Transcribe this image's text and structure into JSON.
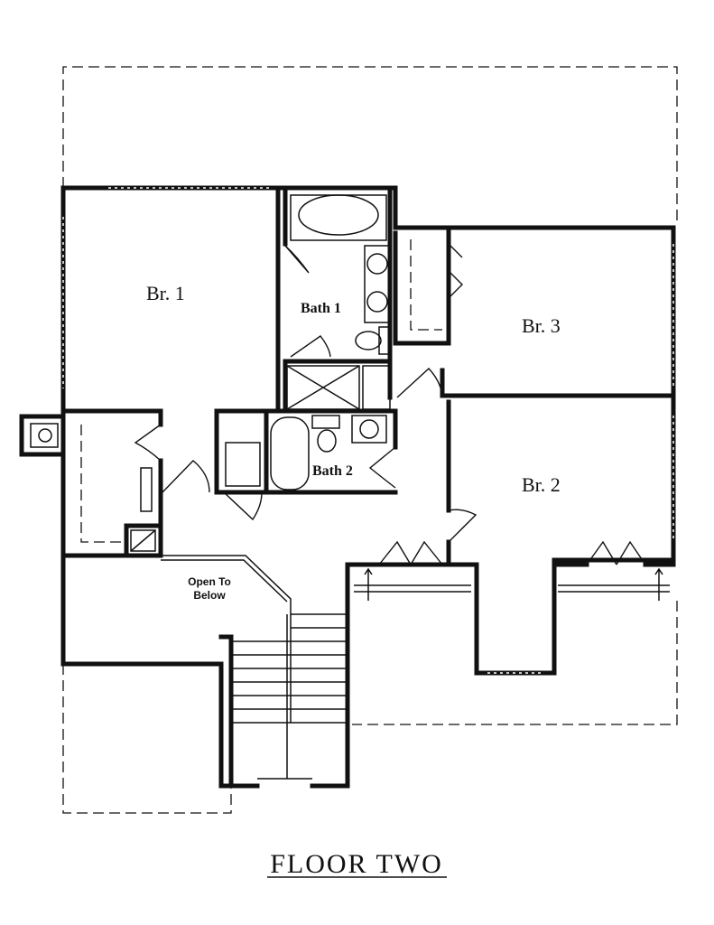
{
  "plan": {
    "title": "FLOOR TWO",
    "rooms": {
      "br1": "Br. 1",
      "br2": "Br. 2",
      "br3": "Br. 3",
      "bath1": "Bath 1",
      "bath2": "Bath 2",
      "open_line1": "Open To",
      "open_line2": "Below"
    }
  }
}
